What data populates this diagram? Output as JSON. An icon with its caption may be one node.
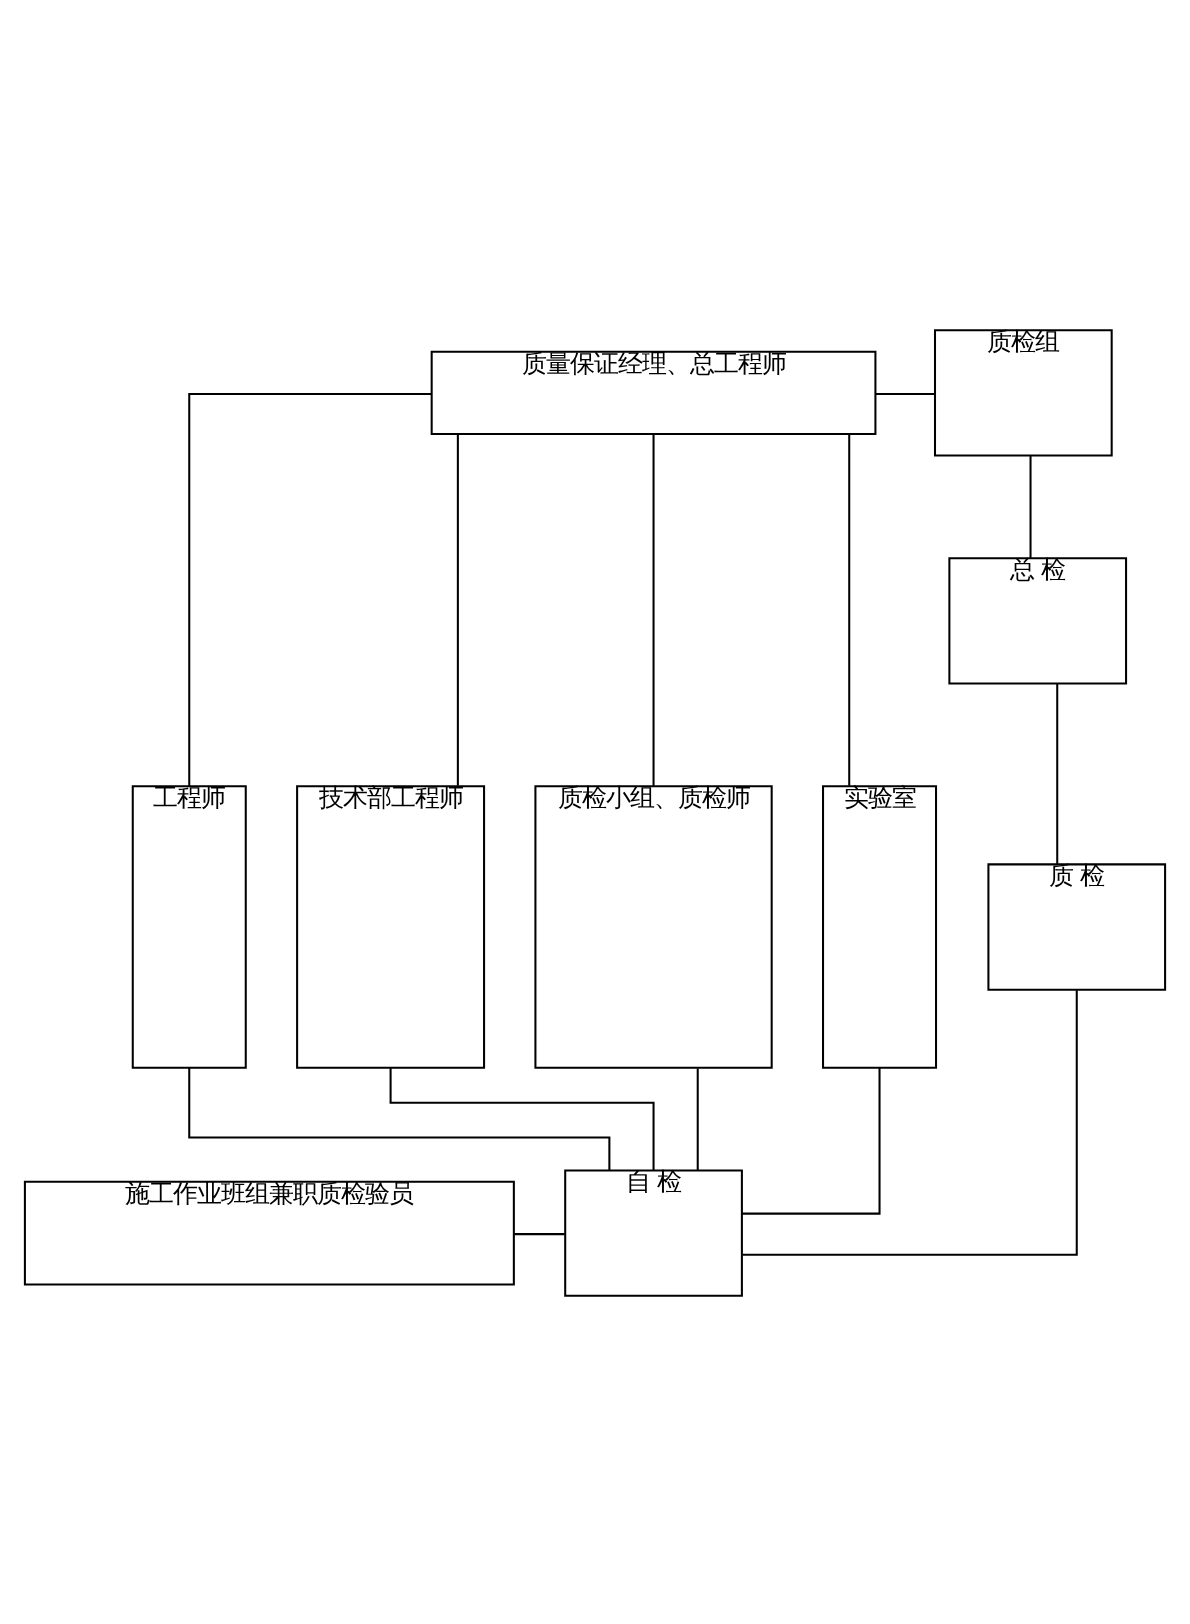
{
  "diagram": {
    "nodes": [
      {
        "text": [
          "质量保证经理、总工程师"
        ]
      },
      {
        "text": [
          "质检组"
        ]
      },
      {
        "text": [
          "总 检"
        ]
      },
      {
        "text": [
          "工程师"
        ]
      },
      {
        "text": [
          "技术部工程师"
        ]
      },
      {
        "text": [
          "质检小组、质检师"
        ]
      },
      {
        "text": [
          "实验室"
        ]
      },
      {
        "text": [
          "质 检"
        ]
      },
      {
        "text": [
          "自 检"
        ]
      },
      {
        "text": [
          "施工作业班组兼职质检验员"
        ]
      }
    ],
    "edges": [
      {
        "from": 0,
        "to": 1,
        "arrow": "none"
      },
      {
        "from": 1,
        "to": 2,
        "arrow": "none"
      },
      {
        "from": 0,
        "to": 3,
        "arrow": "none"
      },
      {
        "from": 0,
        "to": 4,
        "arrow": "none"
      },
      {
        "from": 0,
        "to": 5,
        "arrow": "none"
      },
      {
        "from": 0,
        "to": 6,
        "arrow": "none"
      },
      {
        "from": 2,
        "to": 7,
        "arrow": "none"
      },
      {
        "from": 7,
        "to": 8,
        "arrow": "none"
      },
      {
        "from": 3,
        "to": 8,
        "arrow": "none"
      },
      {
        "from": 4,
        "to": 8,
        "arrow": "none"
      },
      {
        "from": 5,
        "to": 8,
        "arrow": "none"
      },
      {
        "from": 6,
        "to": 8,
        "arrow": "none"
      },
      {
        "from": 9,
        "to": 8,
        "arrow": "none"
      }
    ]
  }
}
